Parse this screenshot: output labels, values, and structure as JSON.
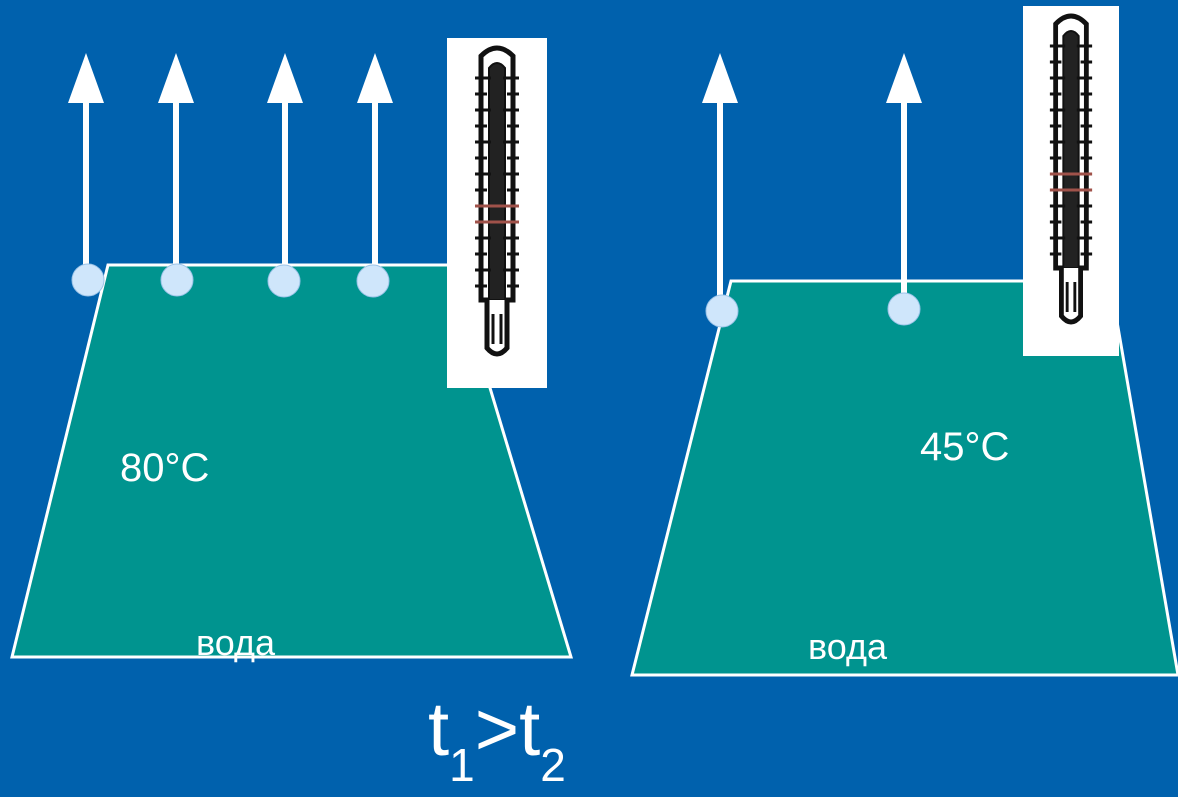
{
  "left_vessel": {
    "temperature": "80°C",
    "liquid": "вода",
    "vapor_arrows": 4,
    "color": "#00948f"
  },
  "right_vessel": {
    "temperature": "45°C",
    "liquid": "вода",
    "vapor_arrows": 2,
    "color": "#00948f"
  },
  "formula": {
    "lhs": "t",
    "lhs_sub": "1",
    "op": ">",
    "rhs": "t",
    "rhs_sub": "2"
  },
  "colors": {
    "background": "#0061ad",
    "arrow": "#ffffff",
    "bubble": "#cfe6fb",
    "vessel": "#00948f"
  },
  "icons": [
    "thermometer-icon",
    "thermometer-icon"
  ]
}
